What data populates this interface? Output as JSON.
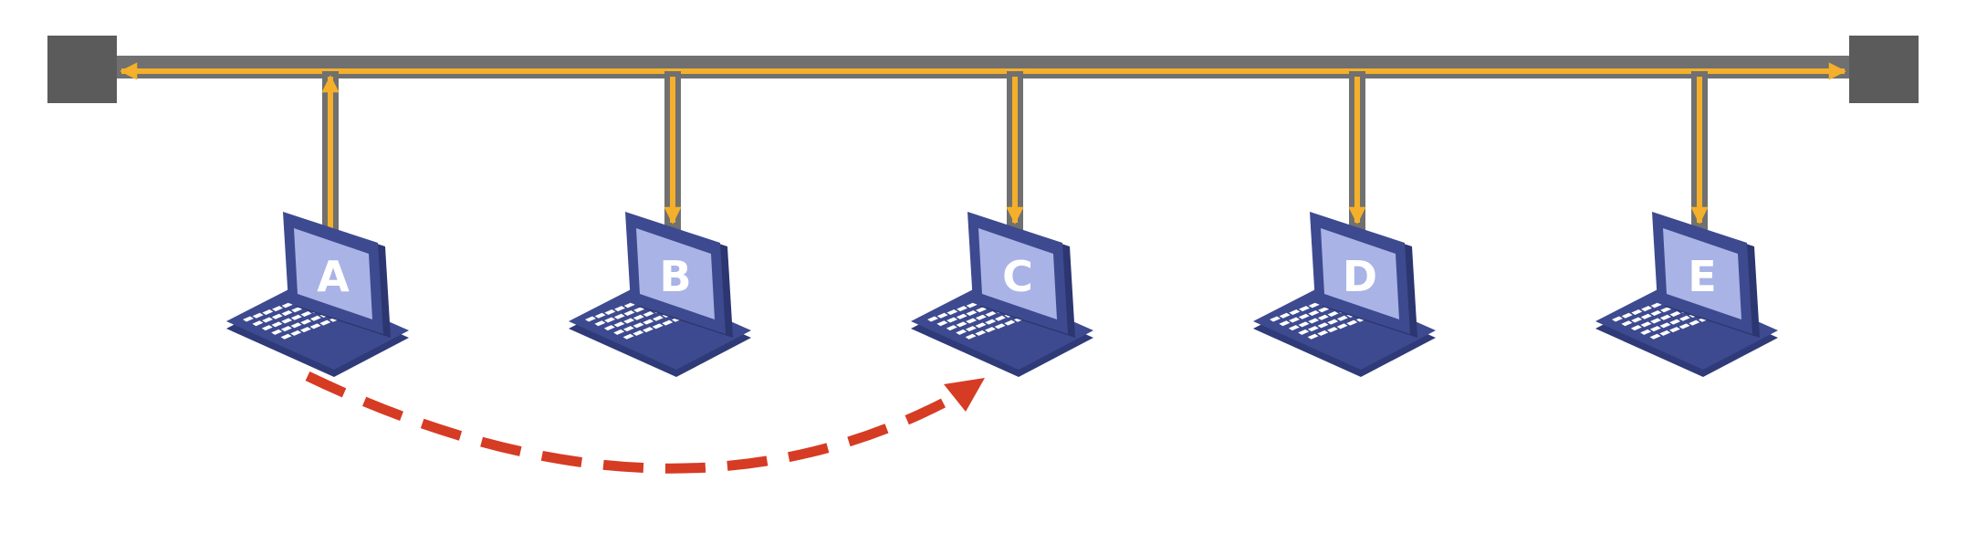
{
  "diagram": {
    "type": "bus-topology",
    "colors": {
      "bus_cable": "#707070",
      "signal_arrow": "#f4b02a",
      "terminator": "#5b5b5b",
      "laptop_body": "#3d4a8f",
      "laptop_screen": "#a9b3e6",
      "laptop_keys": "#ffffff",
      "direct_path": "#d63b24"
    },
    "nodes": [
      {
        "label": "A",
        "role": "sender"
      },
      {
        "label": "B",
        "role": "receiver"
      },
      {
        "label": "C",
        "role": "receiver"
      },
      {
        "label": "D",
        "role": "receiver"
      },
      {
        "label": "E",
        "role": "receiver"
      }
    ],
    "terminators": [
      "left-terminator",
      "right-terminator"
    ],
    "intended_path": {
      "from": "A",
      "to": "C",
      "style": "dashed-arc"
    }
  }
}
